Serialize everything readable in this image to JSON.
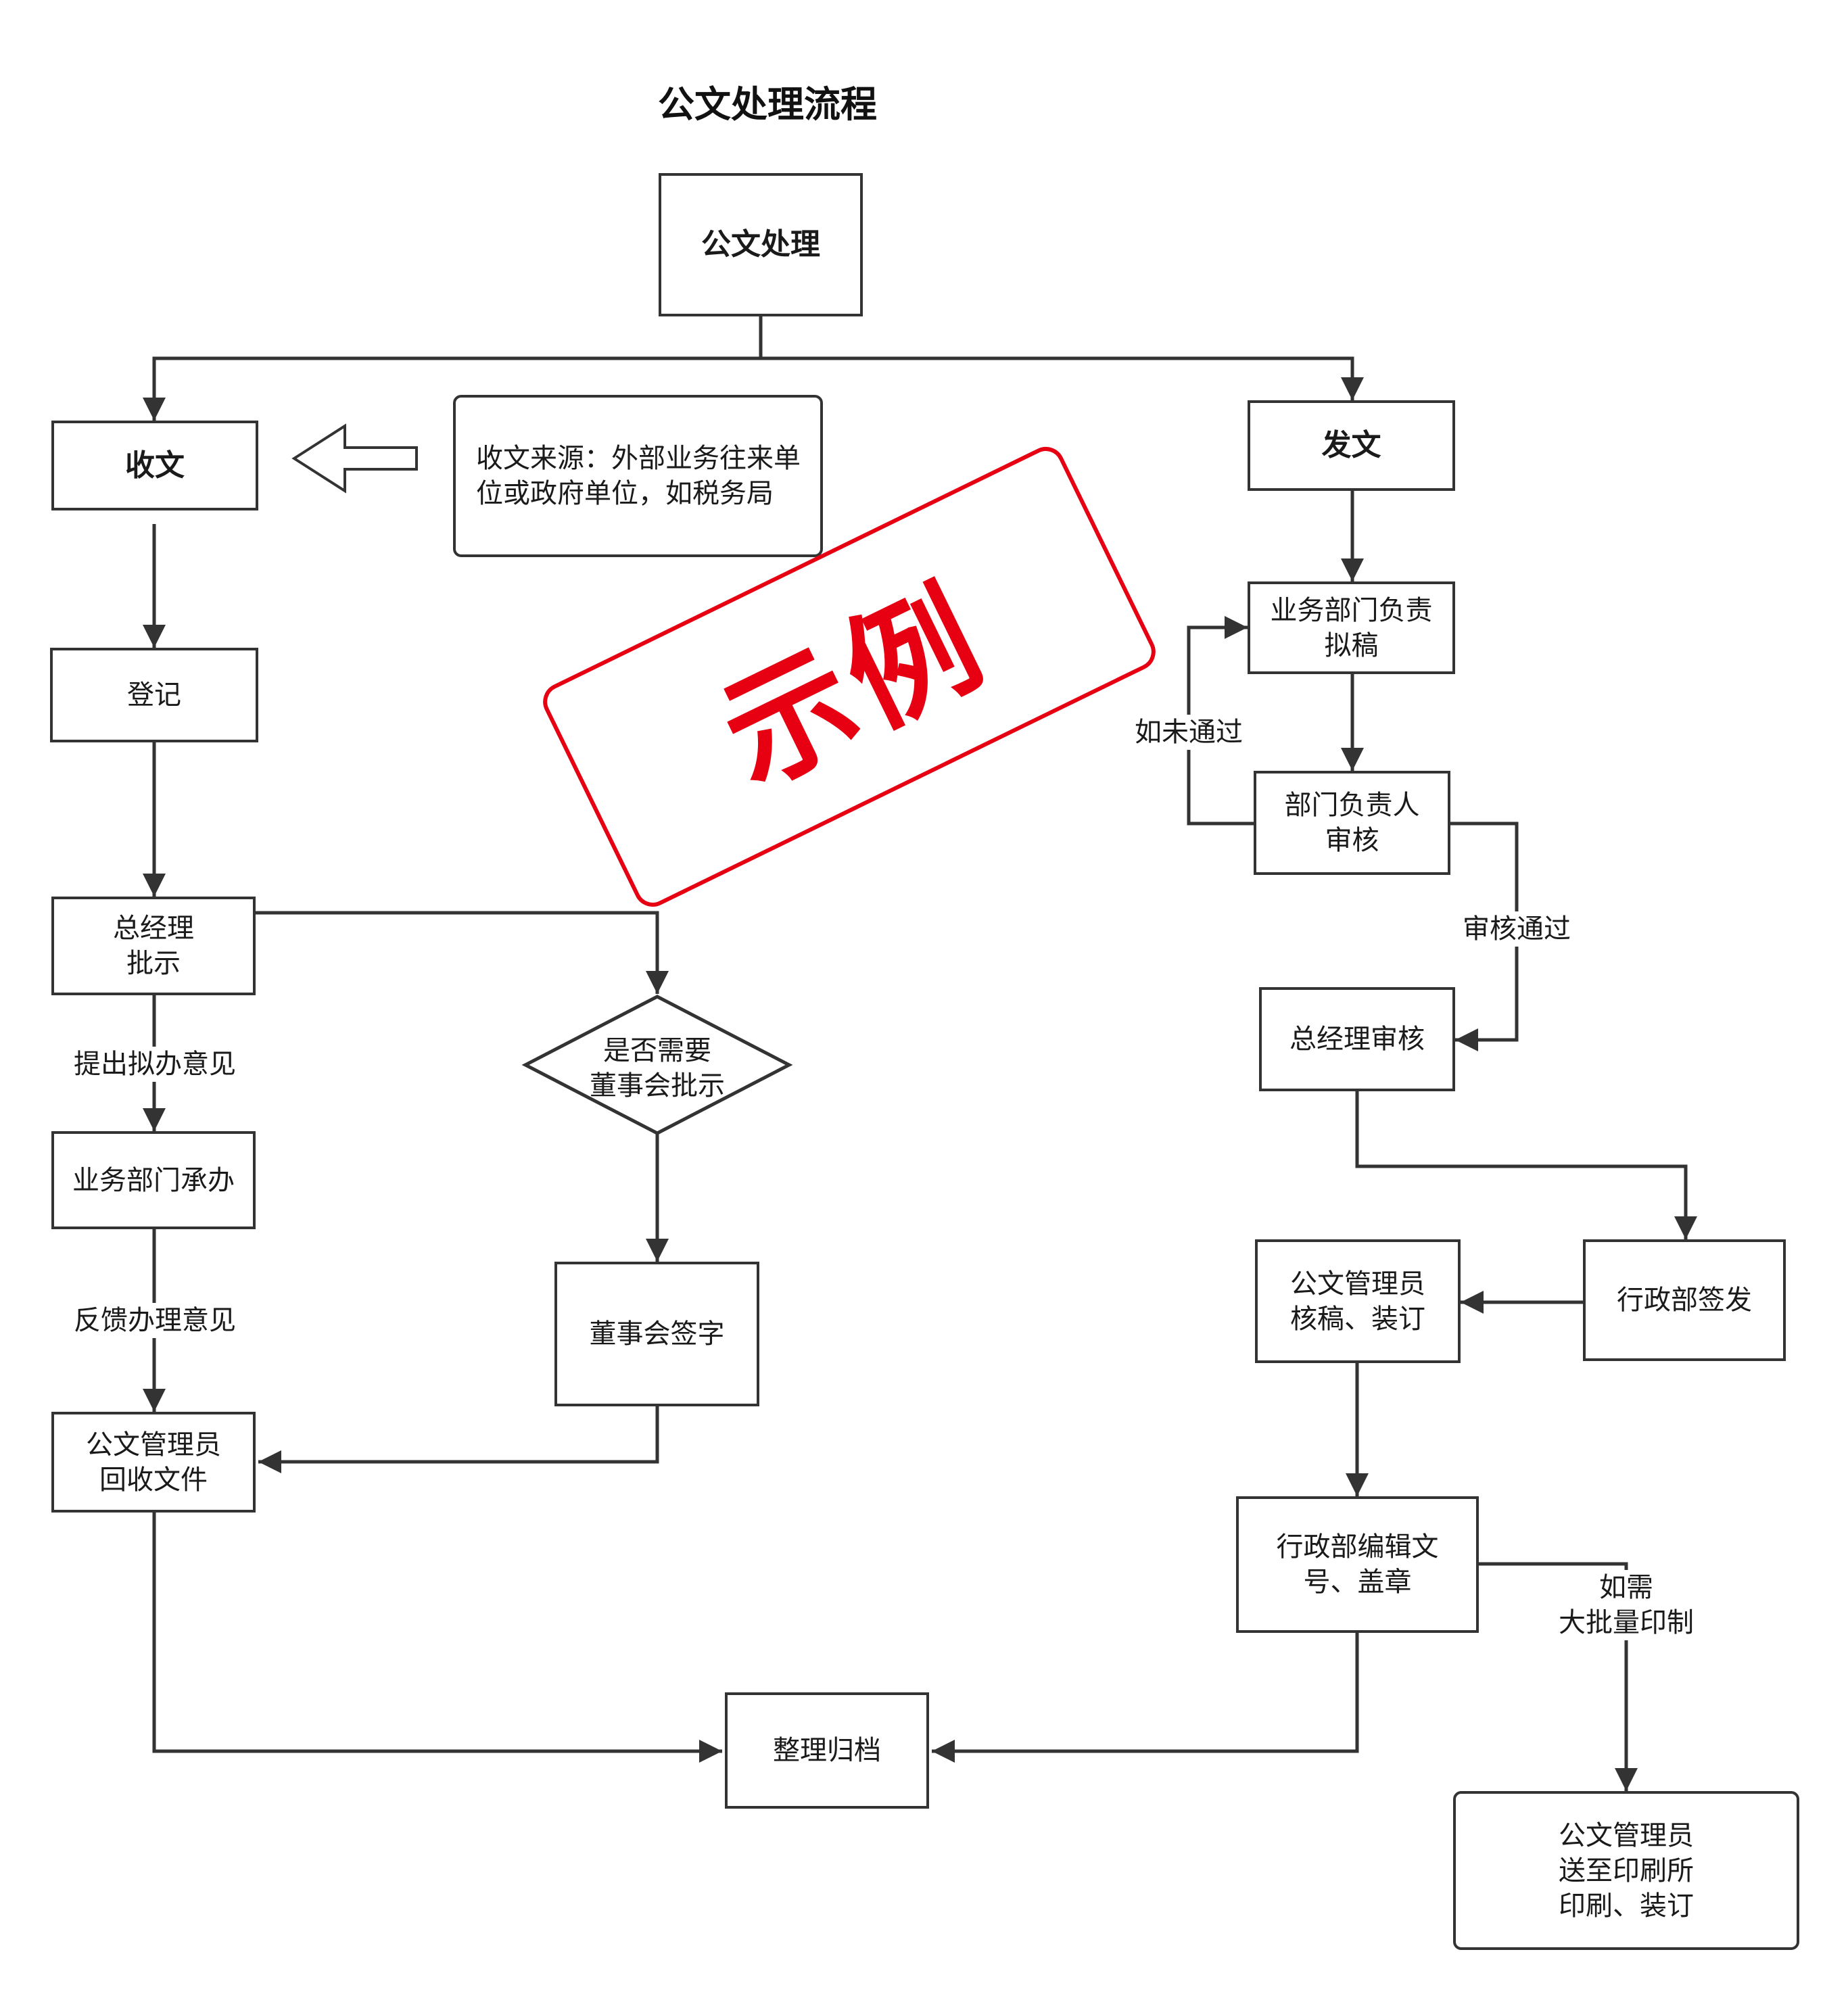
{
  "title": "公文处理流程",
  "nodes": {
    "root": "公文处理",
    "receive": "收文",
    "receive_note": "收文来源：外部业务往来单\n位或政府单位，如税务局",
    "register": "登记",
    "gm_instruct": "总经理\n批示",
    "dept_handle": "业务部门承办",
    "admin_collect": "公文管理员\n回收文件",
    "need_board": "是否需要\n董事会批示",
    "board_sign": "董事会签字",
    "archive": "整理归档",
    "send": "发文",
    "dept_draft": "业务部门负责\n拟稿",
    "dept_review": "部门负责人\n审核",
    "gm_review": "总经理审核",
    "admin_sign": "行政部签发",
    "admin_verify": "公文管理员\n核稿、装订",
    "admin_number": "行政部编辑文\n号、盖章",
    "print_shop": "公文管理员\n送至印刷所\n印刷、装订"
  },
  "edge_labels": {
    "propose": "提出拟办意见",
    "feedback": "反馈办理意见",
    "not_passed": "如未通过",
    "review_passed": "审核通过",
    "mass_print": "如需\n大批量印制"
  },
  "stamp": "示例",
  "colors": {
    "stroke": "#333333",
    "stamp": "#e60012"
  }
}
